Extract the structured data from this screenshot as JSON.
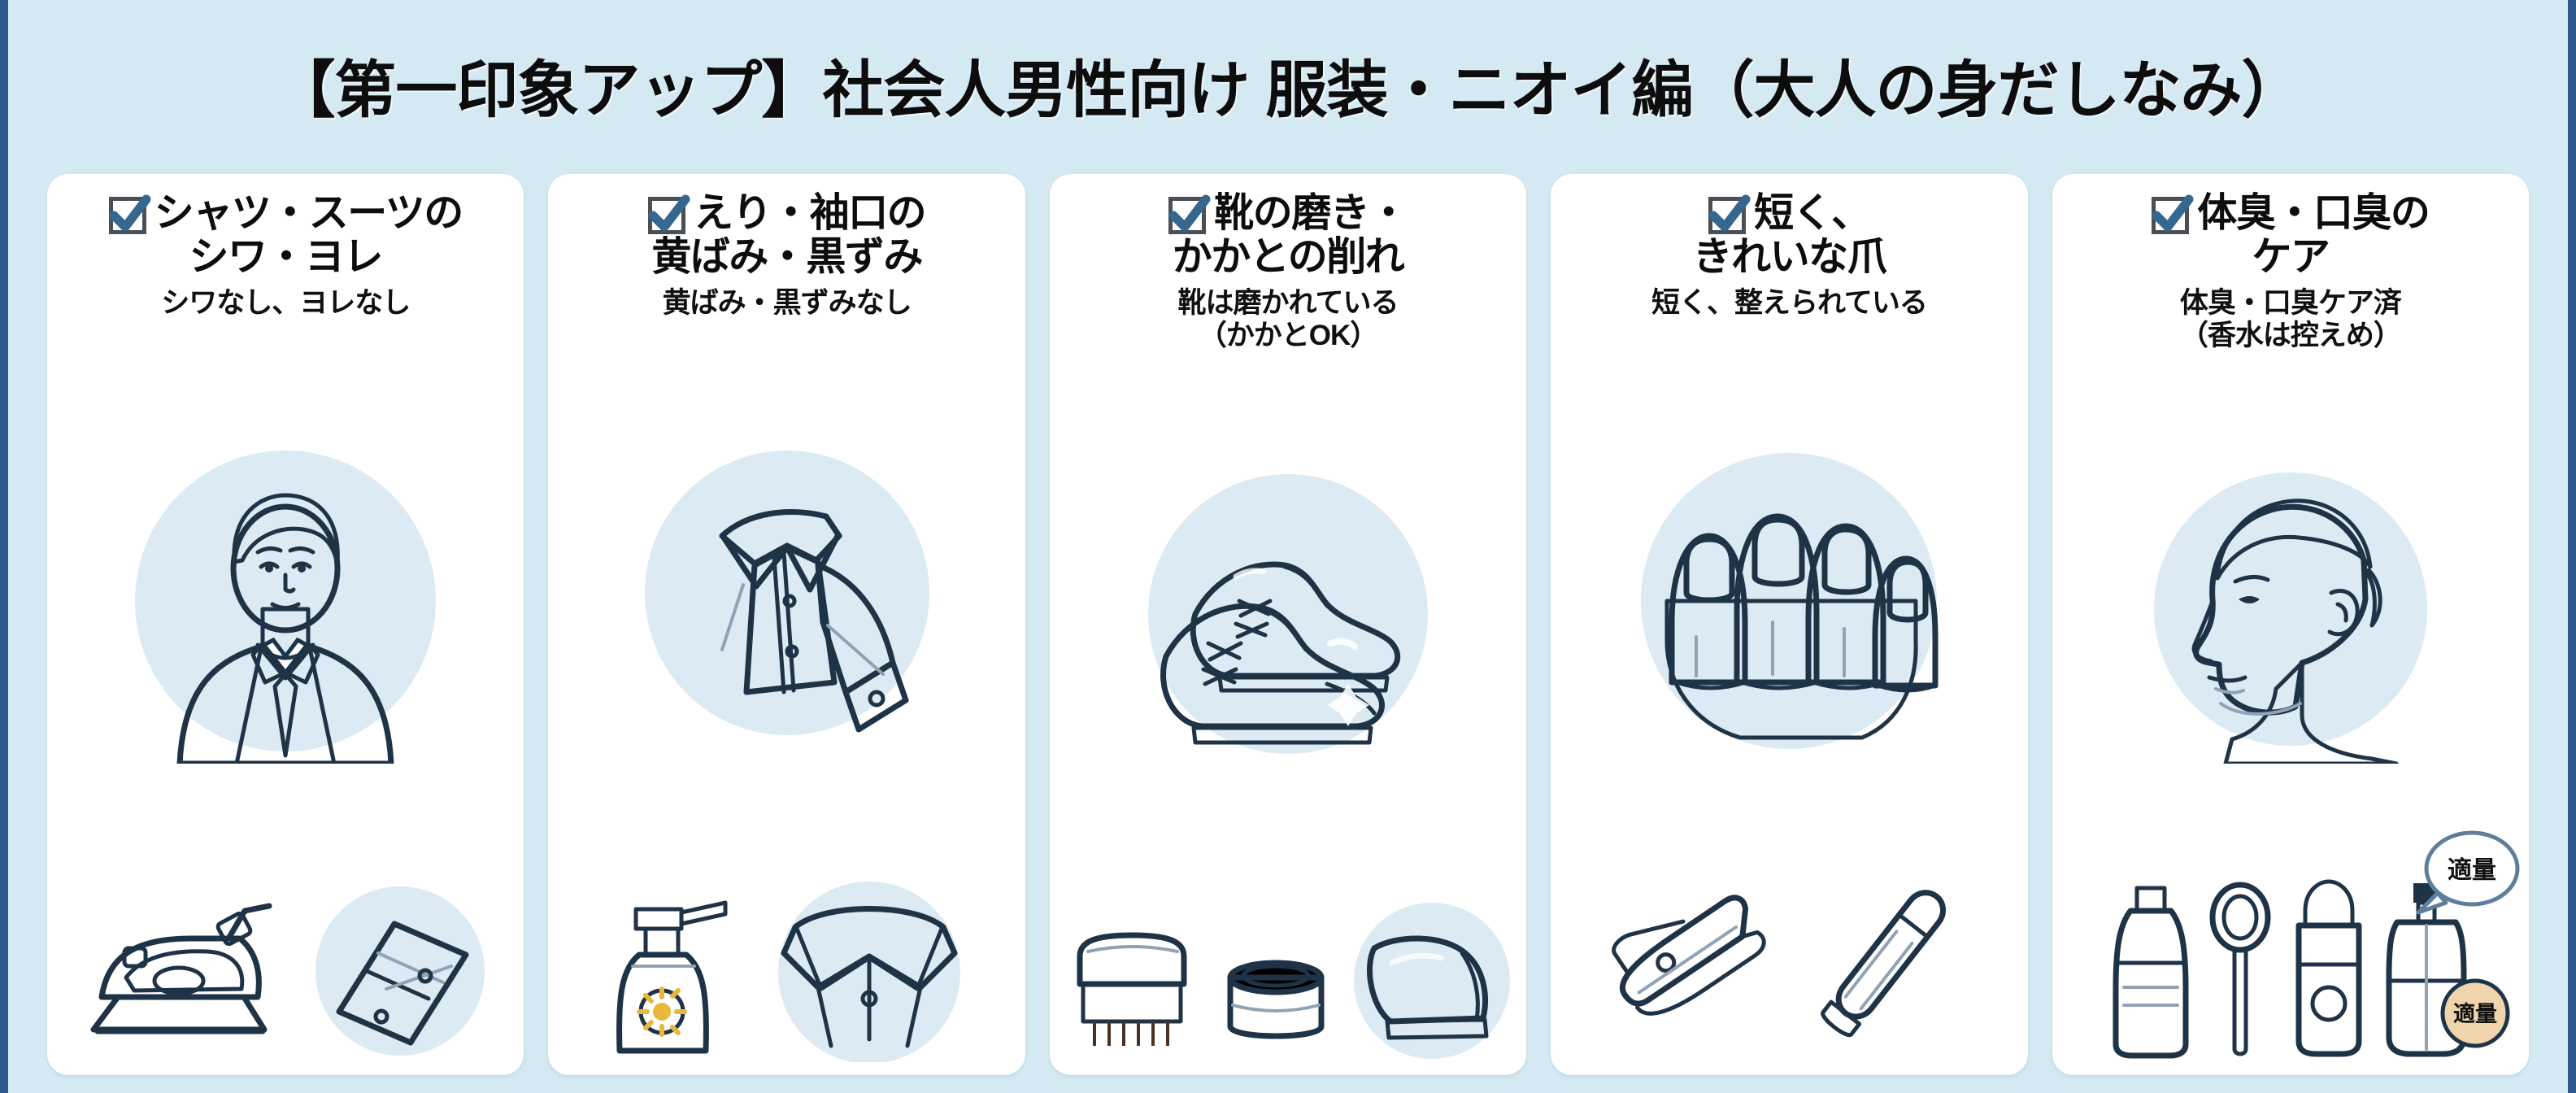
{
  "title": "【第一印象アップ】社会人男性向け 服装・ニオイ編（大人の身だしなみ）",
  "theme": {
    "background": "#d5e9f3",
    "border": "#2c5c8d",
    "card_bg": "#ffffff",
    "check_blue": "#35678f",
    "ink": "#1f3347",
    "circle_bg": "#dceaf3"
  },
  "cards": [
    {
      "id": "shirt-suit-wrinkles",
      "check_icon": "checkbox-checked-icon",
      "title_lines": [
        "シャツ・スーツの",
        "シワ・ヨレ"
      ],
      "subtitle_lines": [
        "シワなし、ヨレなし"
      ],
      "illustrations": {
        "main": "businessman-portrait",
        "bottom": [
          "steam-iron",
          "shirt-cuff"
        ]
      }
    },
    {
      "id": "collar-cuff-stains",
      "check_icon": "checkbox-checked-icon",
      "title_lines": [
        "えり・袖口の",
        "黄ばみ・黒ずみ"
      ],
      "subtitle_lines": [
        "黄ばみ・黒ずみなし"
      ],
      "illustrations": {
        "main": "shirt-collar-and-cuff",
        "bottom": [
          "spray-bottle",
          "clean-collar"
        ]
      }
    },
    {
      "id": "shoe-polish-heel",
      "check_icon": "checkbox-checked-icon",
      "title_lines": [
        "靴の磨き・",
        "かかとの削れ"
      ],
      "subtitle_lines": [
        "靴は磨かれている",
        "（かかとOK）"
      ],
      "illustrations": {
        "main": "polished-leather-shoes",
        "bottom": [
          "shoe-brush",
          "polish-tin",
          "shoe-heel"
        ]
      }
    },
    {
      "id": "short-clean-nails",
      "check_icon": "checkbox-checked-icon",
      "title_lines": [
        "短く、",
        "きれいな爪"
      ],
      "subtitle_lines": [
        "短く、整えられている"
      ],
      "illustrations": {
        "main": "hand-with-trimmed-nails",
        "bottom": [
          "nail-clipper",
          "nail-file"
        ]
      }
    },
    {
      "id": "body-breath-odor-care",
      "check_icon": "checkbox-checked-icon",
      "title_lines": [
        "体臭・口臭の",
        "ケア"
      ],
      "subtitle_lines": [
        "体臭・口臭ケア済",
        "（香水は控えめ）"
      ],
      "illustrations": {
        "main": "man-profile-head",
        "bottom": [
          "mouthwash-bottle",
          "tongue-cleaner",
          "roll-on-deodorant",
          "perfume-bottle"
        ]
      },
      "badges": [
        {
          "name": "speech-bubble-moderate",
          "text": "適量"
        },
        {
          "name": "label-moderate",
          "text": "適量"
        }
      ]
    }
  ]
}
